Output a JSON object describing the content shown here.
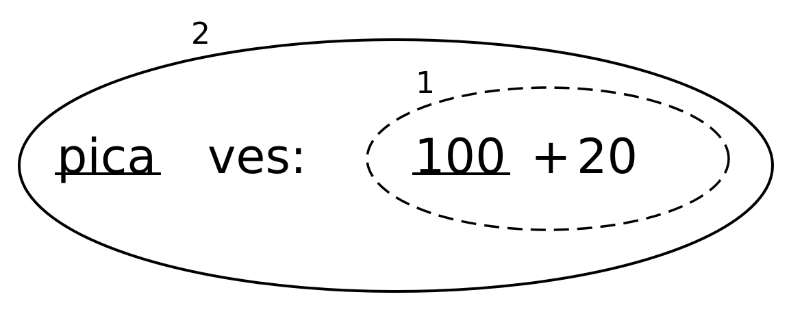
{
  "outer_group": {
    "number": "2",
    "word": "pica",
    "separator": "ves:"
  },
  "inner_group": {
    "number": "1",
    "operand_1": "100",
    "operator": "+",
    "operand_2": "20"
  },
  "colors": {
    "stroke": "#000000",
    "text": "#000000",
    "background": "#ffffff"
  }
}
